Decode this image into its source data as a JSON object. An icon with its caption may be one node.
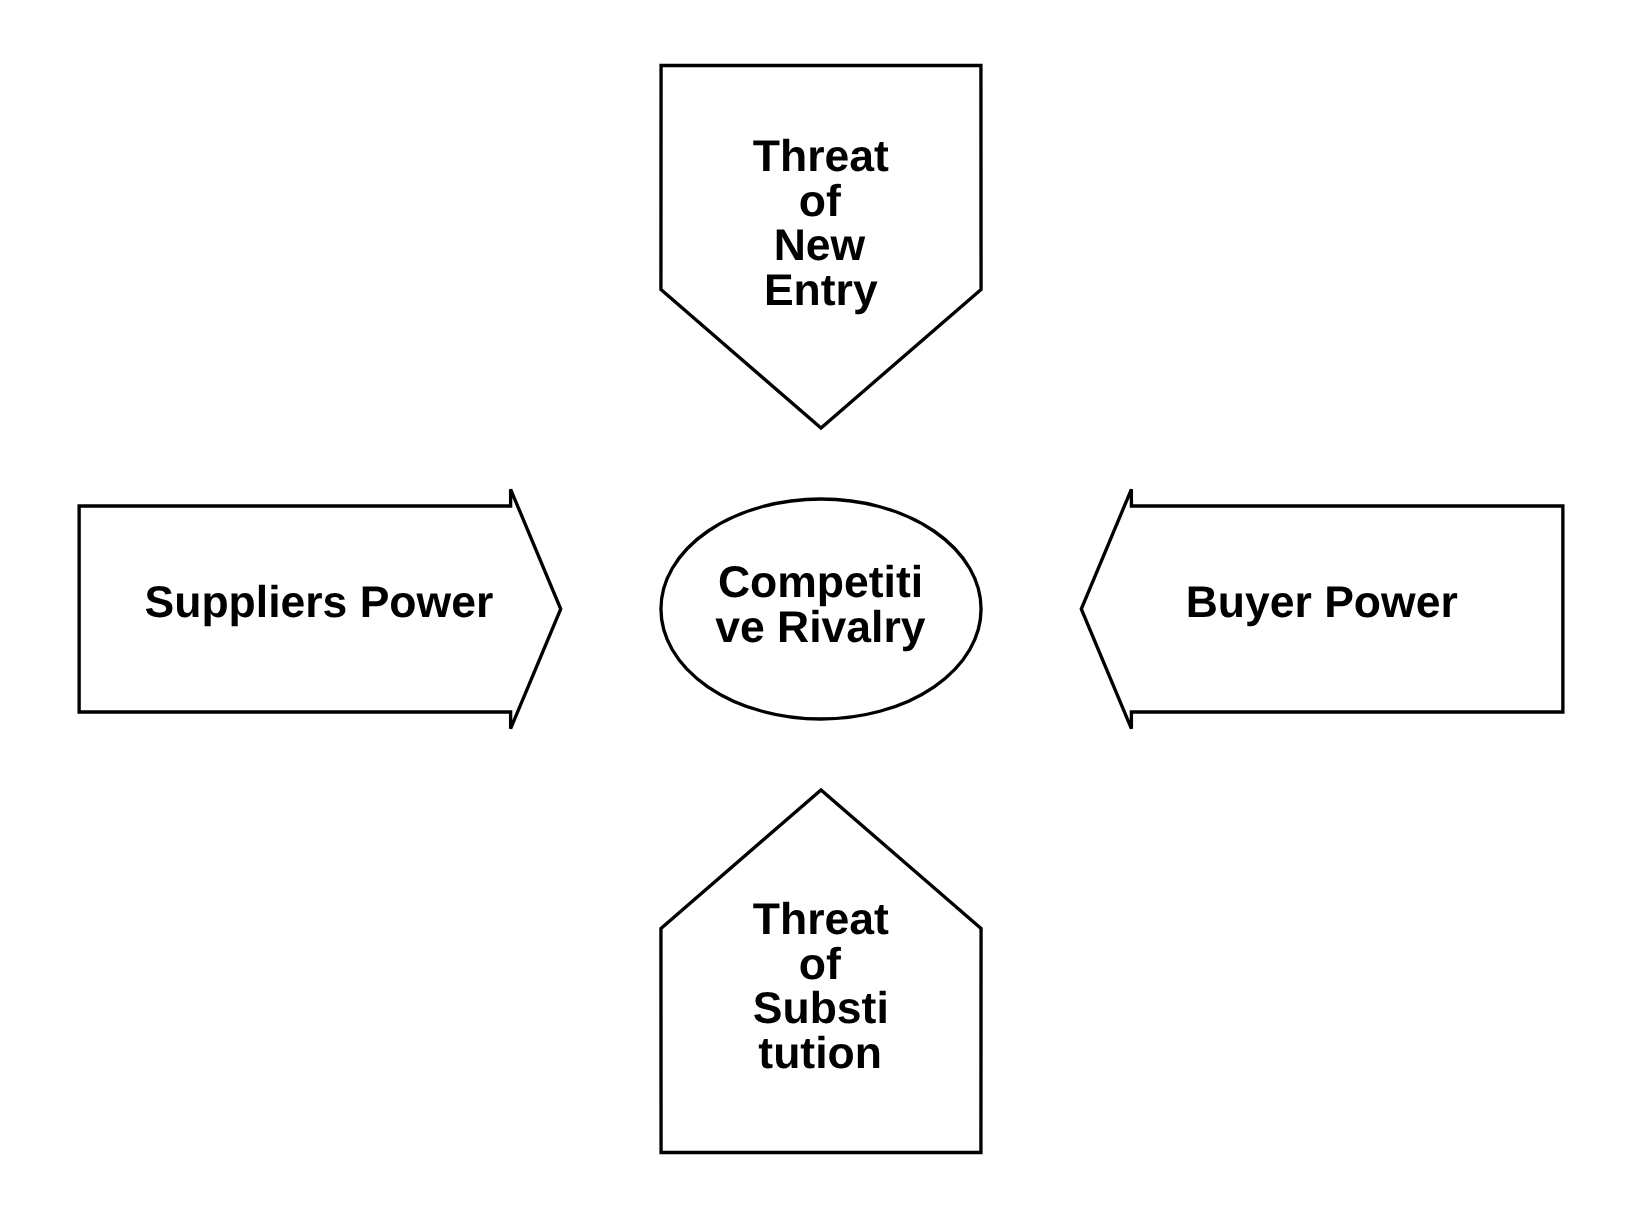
{
  "diagram": {
    "nodes": [
      {
        "text": [
          "Threat of New Entry"
        ]
      },
      {
        "text": [
          "Suppliers Power"
        ]
      },
      {
        "text": [
          "Competiti ve Rivalry"
        ]
      },
      {
        "text": [
          "Buyer Power"
        ]
      },
      {
        "text": [
          "Threat of Substi tution"
        ]
      }
    ]
  }
}
